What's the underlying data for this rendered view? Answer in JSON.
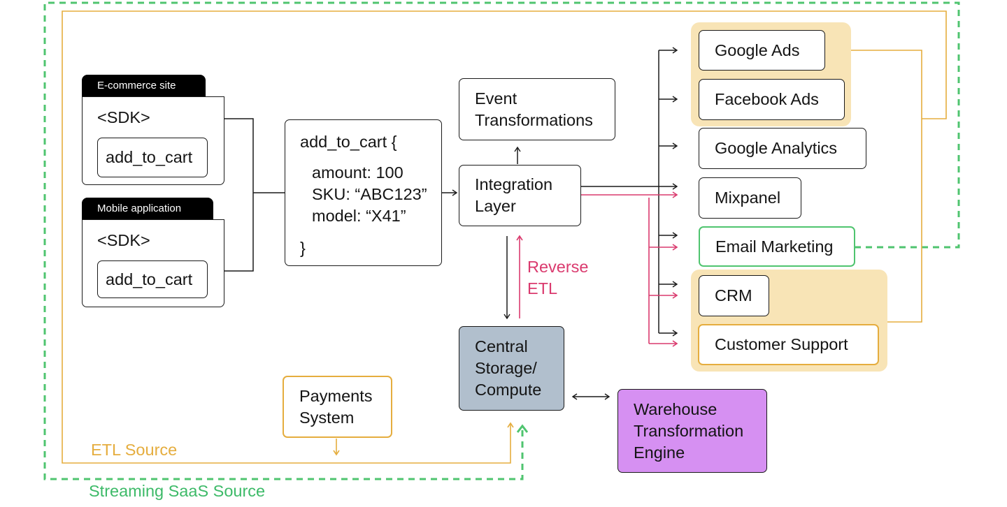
{
  "colors": {
    "line": "#1a1a1a",
    "reverse_etl": "#da3a6e",
    "etl": "#e5ad3e",
    "streaming": "#4fc46f",
    "group_fill": "#f8e4b6",
    "storage_fill": "#b1bfcd",
    "warehouse_fill": "#d690f2"
  },
  "sources": [
    {
      "tab": "E-commerce site",
      "sdk": "<SDK>",
      "event": "add_to_cart"
    },
    {
      "tab": "Mobile application",
      "sdk": "<SDK>",
      "event": "add_to_cart"
    }
  ],
  "event_payload": {
    "open": "add_to_cart {",
    "fields": [
      "amount: 100",
      "SKU: “ABC123”",
      "model: “X41”"
    ],
    "close": "}"
  },
  "event_transformations": [
    "Event",
    "Transformations"
  ],
  "integration_layer": [
    "Integration",
    "Layer"
  ],
  "reverse_etl_label": [
    "Reverse",
    "ETL"
  ],
  "central_storage": [
    "Central",
    "Storage/",
    "Compute"
  ],
  "warehouse_engine": [
    "Warehouse",
    "Transformation",
    "Engine"
  ],
  "payments_system": [
    "Payments",
    "System"
  ],
  "etl_source_label": "ETL Source",
  "streaming_source_label": "Streaming SaaS Source",
  "destinations": {
    "google_ads": "Google Ads",
    "facebook_ads": "Facebook Ads",
    "google_analytics": "Google Analytics",
    "mixpanel": "Mixpanel",
    "email_marketing": "Email Marketing",
    "crm": "CRM",
    "customer_support": "Customer Support"
  }
}
